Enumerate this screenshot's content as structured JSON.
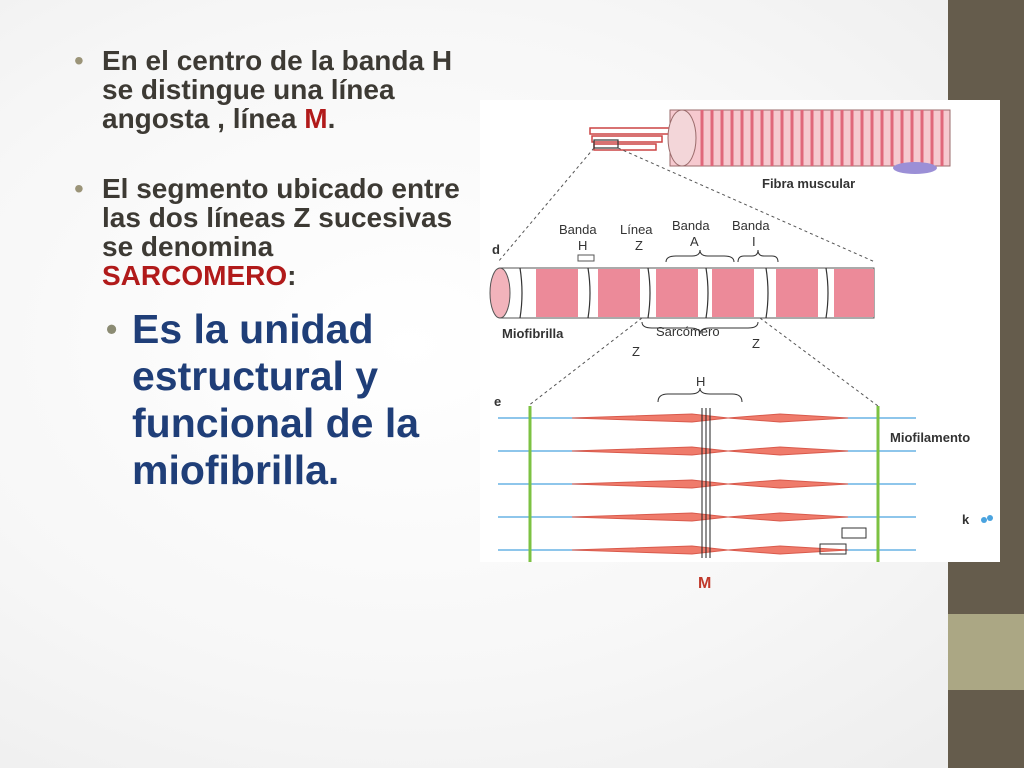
{
  "bullets": [
    {
      "before": "En el centro de la banda H se distingue una línea angosta , línea ",
      "accent": "M",
      "after": "."
    },
    {
      "before": "El segmento ubicado entre las dos líneas Z sucesivas se denomina ",
      "accent": "SARCOMERO",
      "after": ":"
    }
  ],
  "sub_bullet": "Es la unidad estructural y funcional de la miofibrilla.",
  "figure": {
    "fibra": "Fibra muscular",
    "label_d": "d",
    "label_e": "e",
    "label_k": "k",
    "banda": "Banda",
    "linea": "Línea",
    "H": "H",
    "Z": "Z",
    "A": "A",
    "I": "I",
    "miofibrilla": "Miofibrilla",
    "sarcomero": "Sarcómero",
    "miofilamento": "Miofilamento",
    "M": "M"
  },
  "colors": {
    "sidebar": "#655c4c",
    "sidebar_accent": "#aba784",
    "accent_red": "#b11a1a",
    "sub_blue": "#1f3e78"
  }
}
